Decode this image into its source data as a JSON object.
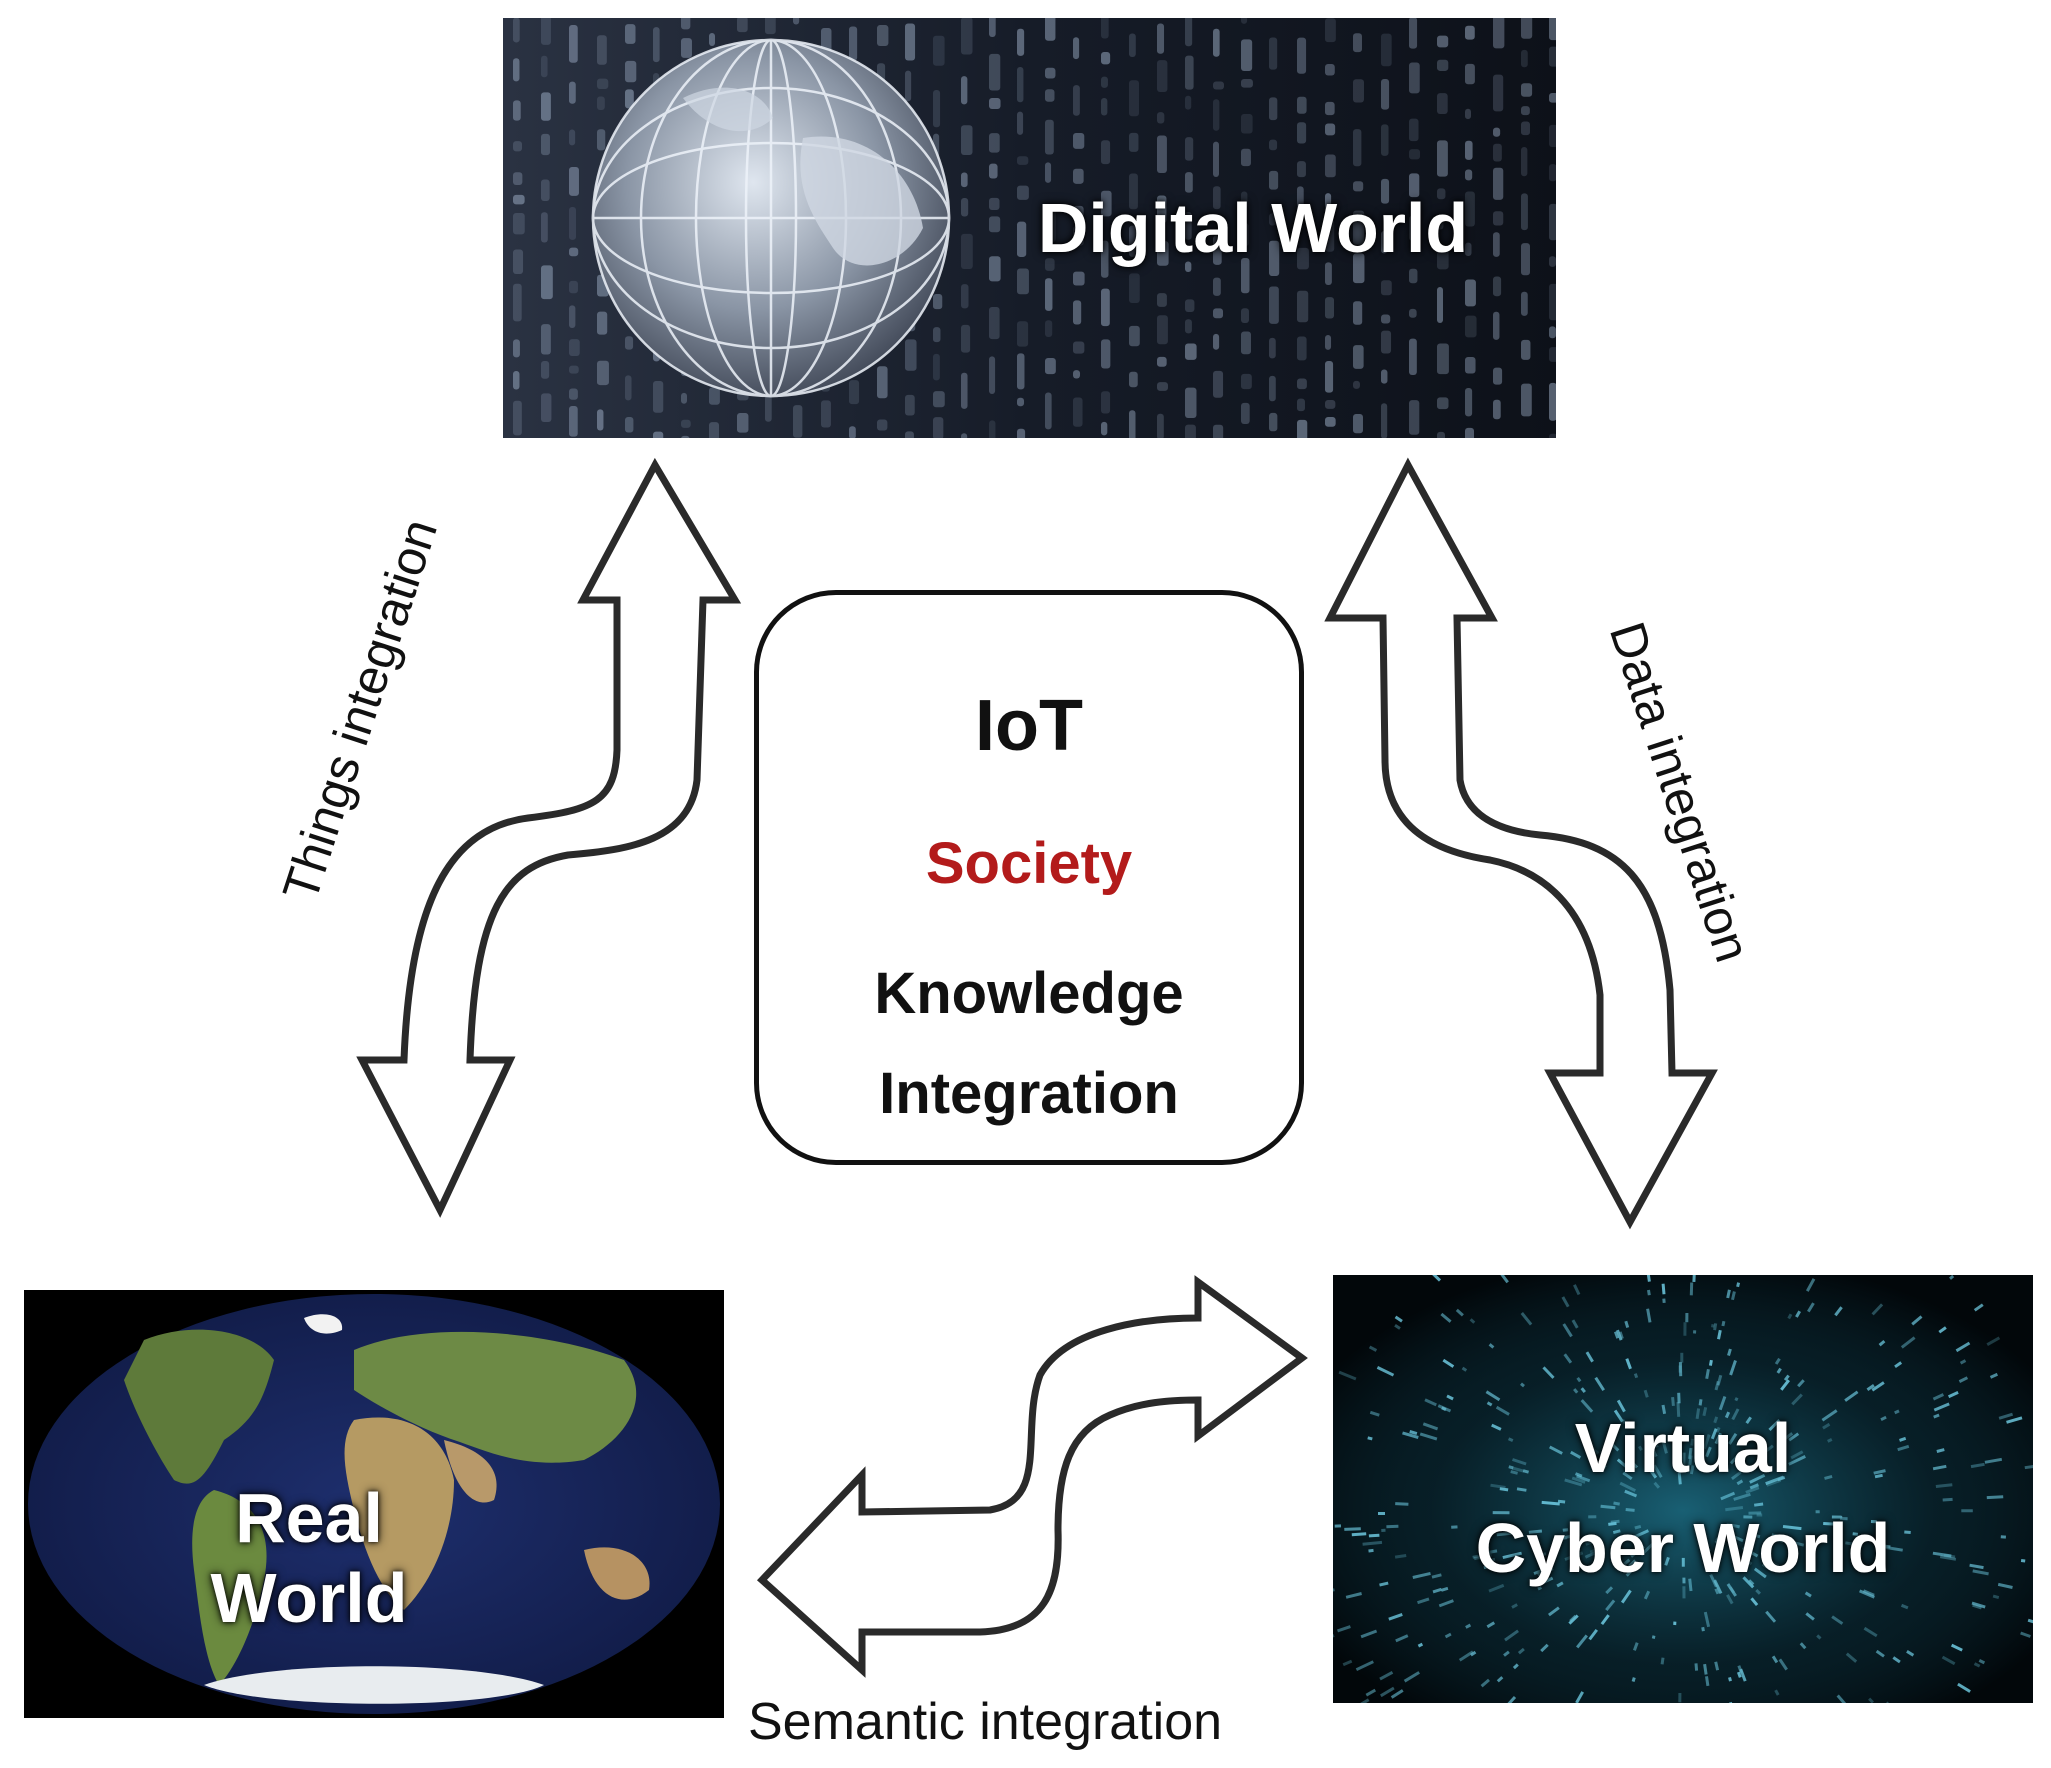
{
  "nodes": {
    "digital_world": "Digital World",
    "real_world": "Real World",
    "virtual_cyber_world": [
      "Virtual",
      "Cyber World"
    ]
  },
  "center": {
    "line1": "IoT",
    "line2": "Society",
    "line3": "Knowledge",
    "line4": "Integration"
  },
  "edges": {
    "left": "Things integration",
    "right": "Data integration",
    "bottom": "Semantic integration"
  },
  "colors": {
    "society_text": "#b31b1b",
    "arrow_stroke": "#2a2a2a",
    "center_box_border": "#111111"
  }
}
